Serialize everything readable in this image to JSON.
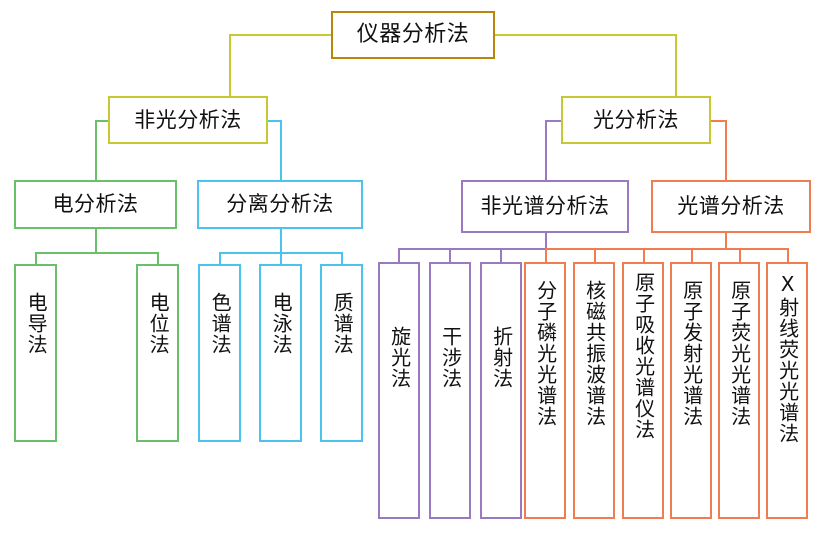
{
  "diagram": {
    "title": "仪器分析法",
    "type": "hierarchy-tree",
    "colors": {
      "root": "#b8860b",
      "level2": "#c8c832",
      "electro": "#6abf69",
      "separation": "#4cc3ee",
      "nonspectral": "#9b79c0",
      "spectral": "#ef7d50",
      "text": "#111111",
      "background": "#ffffff"
    },
    "nodes": {
      "root": "仪器分析法",
      "l2_left": "非光分析法",
      "l2_right": "光分析法",
      "l3_electro": "电分析法",
      "l3_separation": "分离分析法",
      "l3_nonspectral": "非光谱分析法",
      "l3_spectral": "光谱分析法",
      "leaf_electro": [
        "电导法",
        "电位法"
      ],
      "leaf_separation": [
        "色谱法",
        "电泳法",
        "质谱法"
      ],
      "leaf_nonspectral": [
        "旋光法",
        "干涉法",
        "折射法"
      ],
      "leaf_spectral": [
        "分子磷光光谱法",
        "核磁共振波谱法",
        "原子吸收光谱仪法",
        "原子发射光谱法",
        "原子荧光光谱法",
        "X射线荧光光谱法"
      ]
    }
  }
}
